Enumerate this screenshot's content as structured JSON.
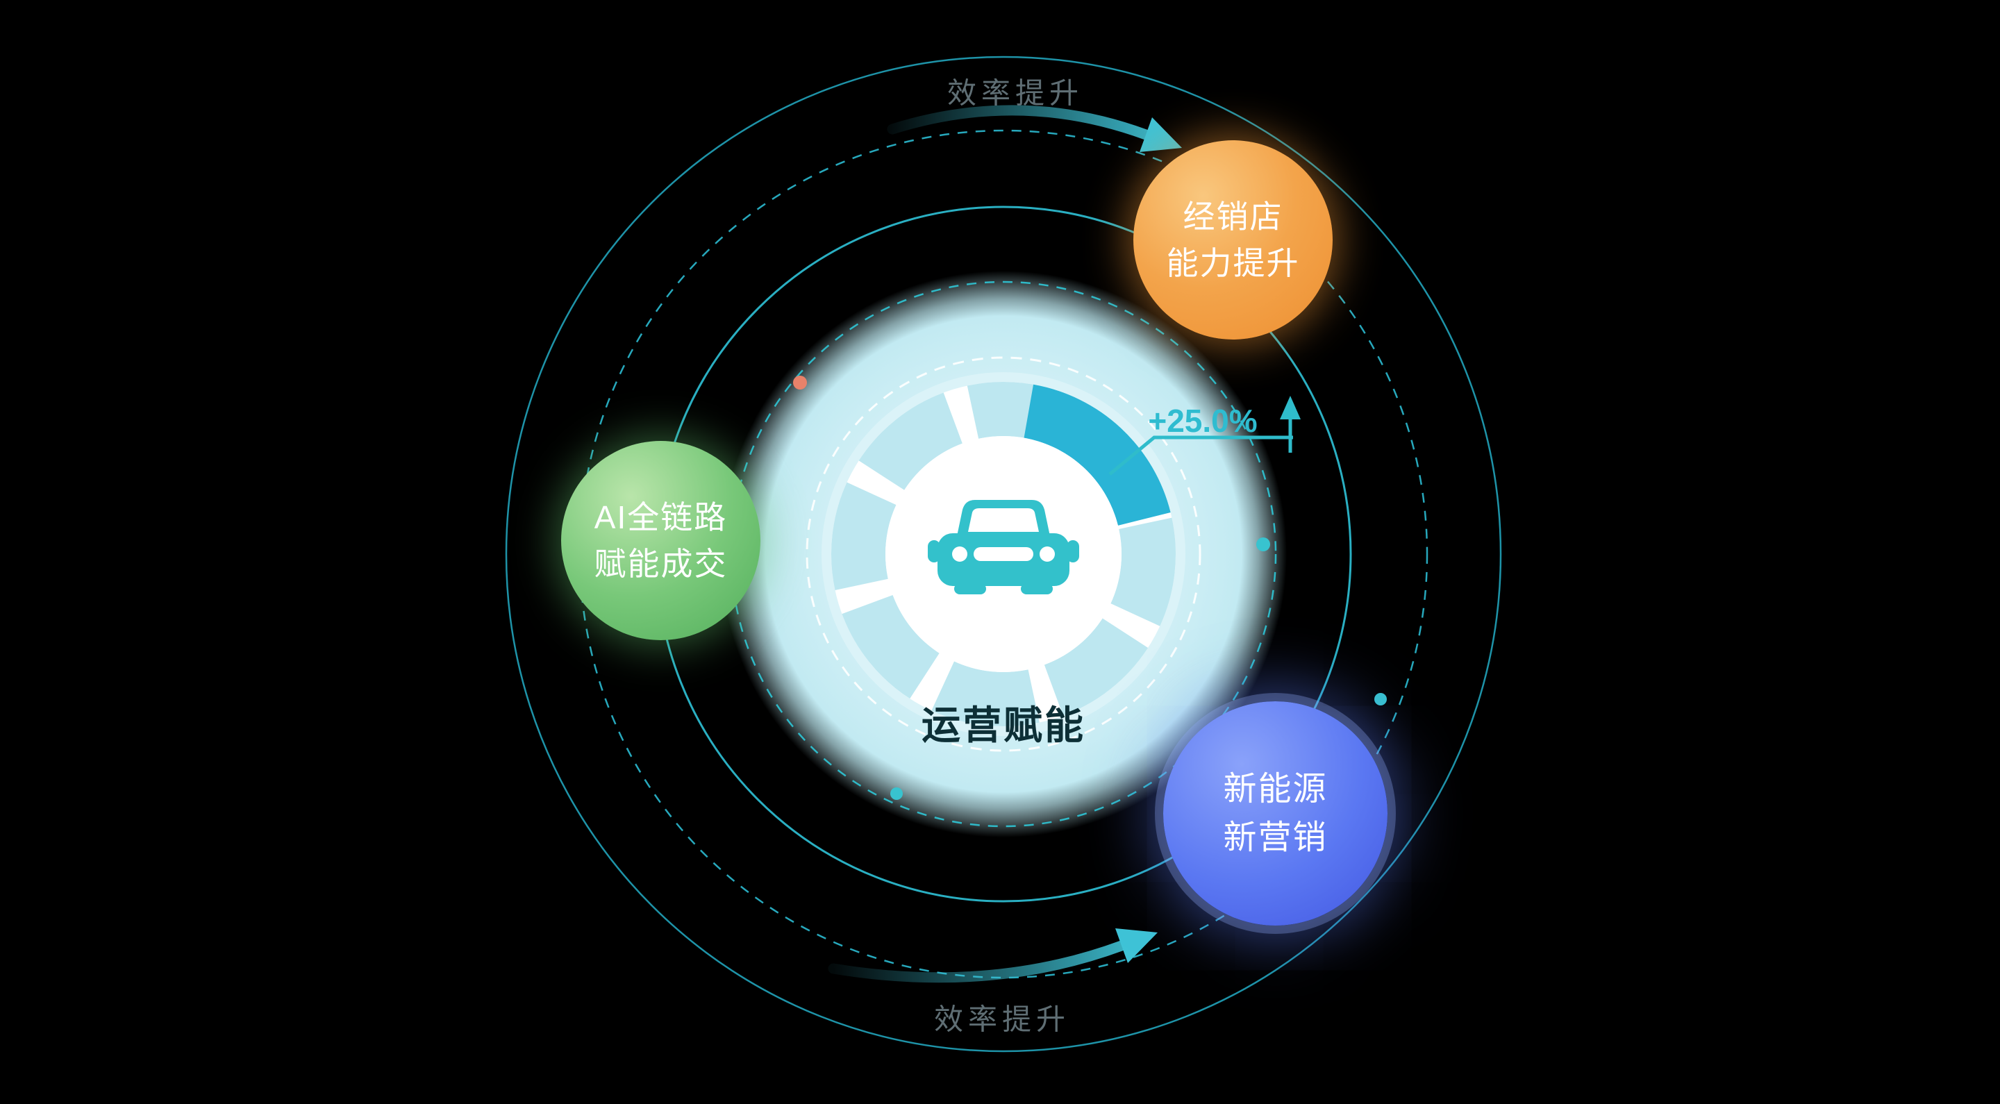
{
  "center": {
    "label": "运营赋能",
    "metric": "+25.0%",
    "icon": "car-icon"
  },
  "bubbles": [
    {
      "id": "dealer-capability",
      "line1": "经销店",
      "line2": "能力提升",
      "color": "#f09a3e"
    },
    {
      "id": "ai-full-chain",
      "line1": "AI全链路",
      "line2": "赋能成交",
      "color": "#5fbe66"
    },
    {
      "id": "nev-marketing",
      "line1": "新能源",
      "line2": "新营销",
      "color": "#5474ef"
    }
  ],
  "orbit_labels": {
    "top": "效率提升",
    "bottom": "效率提升"
  },
  "colors": {
    "background": "#000000",
    "ring_teal": "#27a8bc",
    "accent_teal": "#2fbcd0",
    "gauge_progress": "#2ab4d6",
    "center_glow": "#c8ecf4",
    "label_grey": "#5f6e74",
    "dot_orange": "#e8826a",
    "dot_teal": "#38c3cf",
    "car_teal": "#33c1cb"
  }
}
